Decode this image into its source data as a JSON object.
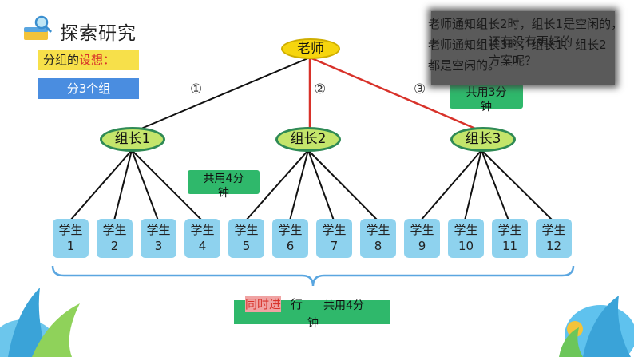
{
  "header": {
    "title": "探索研究",
    "icon": "book-magnifier-icon"
  },
  "labels": {
    "idea_prefix": "分组的",
    "idea_highlight": "设想：",
    "groups": "分3个组"
  },
  "teacher": "老师",
  "leaders": [
    "组长1",
    "组长2",
    "组长3"
  ],
  "steps": [
    "①",
    "②",
    "③"
  ],
  "time_notes": {
    "leaders_time_line1": "共用3分",
    "leaders_time_line2": "钟",
    "students_time_line1": "共用4分",
    "students_time_line2": "钟"
  },
  "students": [
    {
      "line1": "学生",
      "line2": "1"
    },
    {
      "line1": "学生",
      "line2": "2"
    },
    {
      "line1": "学生",
      "line2": "3"
    },
    {
      "line1": "学生",
      "line2": "4"
    },
    {
      "line1": "学生",
      "line2": "5"
    },
    {
      "line1": "学生",
      "line2": "6"
    },
    {
      "line1": "学生",
      "line2": "7"
    },
    {
      "line1": "学生",
      "line2": "8"
    },
    {
      "line1": "学生",
      "line2": "9"
    },
    {
      "line1": "学生",
      "line2": "10"
    },
    {
      "line1": "学生",
      "line2": "11"
    },
    {
      "line1": "学生",
      "line2": "12"
    }
  ],
  "overlay_note": {
    "line_a": "老师通知组长2时，组长1是空闲的，",
    "line_b": "还有没有更好的",
    "line_c": "老师通知组长3时，组长1、组长2",
    "line_d": "方案呢？",
    "line_e": "都是空闲的。"
  },
  "bottom": {
    "highlight": "同时进",
    "rest": "行",
    "time_line1": "共用4分",
    "time_line2": "钟"
  },
  "colors": {
    "teacher_oval": "#f6d50e",
    "leader_oval": "#c4e56b",
    "student_box": "#8ed2ee",
    "time_box": "#2fb86b",
    "active_line": "#d8322a"
  }
}
